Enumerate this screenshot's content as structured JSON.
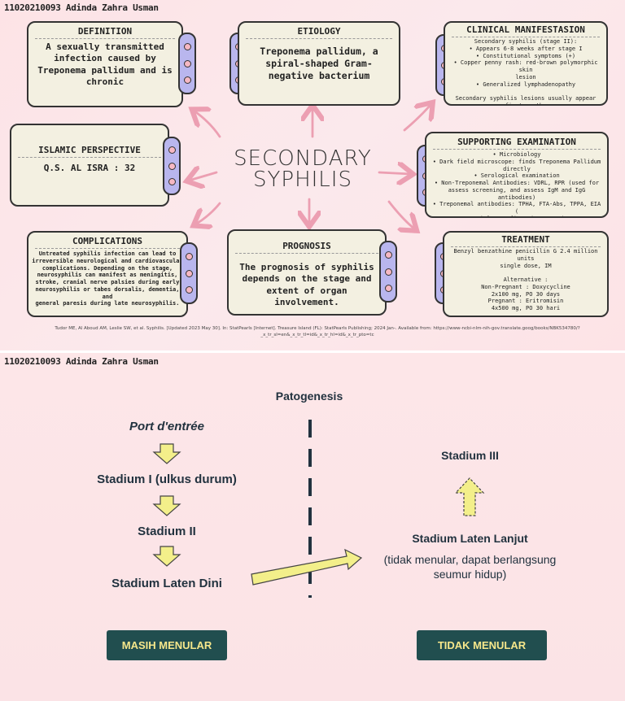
{
  "author": "11020210093 Adinda Zahra Usman",
  "mindmap": {
    "center_title_line1": "SECONDARY",
    "center_title_line2": "SYPHILIS",
    "definition": {
      "title": "DEFINITION",
      "body": "A sexually transmitted\ninfection caused by\nTreponema pallidum and is\nchronic"
    },
    "etiology": {
      "title": "ETIOLOGY",
      "body": "Treponema pallidum, a\nspiral-shaped Gram-\nnegative bacterium"
    },
    "clinical": {
      "title": "CLINICAL MANIFESTASION",
      "body": "Secondary syphilis (stage II):\n• Appears 6-8 weeks after stage I\n• Constitutional symptoms (+)\n• Copper penny rash: red-brown polymorphic skin\nlesion\n• Generalized lymphadenopathy\n\nSecondary syphilis lesions usually appear first on the\npalms of the hands/feet."
    },
    "islamic": {
      "title": "ISLAMIC PERSPECTIVE",
      "body": "Q.S. AL ISRA : 32"
    },
    "supporting": {
      "title": "SUPPORTING EXAMINATION",
      "body": "• Microbiology\n• Dark field microscope: finds Treponema Pallidum\ndirectly\n• Serological examination\n• Non-Treponemal Antibodies: VDRL, RPR (used for\nassess screening, and assess IgM and IgG antibodies)\n• Treponemal antibodies: TPHA, FTA-Abs, TPPA, EIA (\nused for confirmation tests)"
    },
    "complications": {
      "title": "COMPLICATIONS",
      "body": "Untreated syphilis infection can lead to\nirreversible neurological and cardiovascular\ncomplications. Depending on the stage,\nneurosyphilis can manifest as meningitis,\nstroke, cranial nerve palsies during early\nneurosyphilis or tabes dorsalis, dementia, and\ngeneral paresis during late neurosyphilis."
    },
    "prognosis": {
      "title": "PROGNOSIS",
      "body": "The prognosis of syphilis\ndepends on the stage and\nextent of organ involvement."
    },
    "treatment": {
      "title": "TREATMENT",
      "body": "Benzyl benzathine penicillin G 2.4 million units\nsingle dose, IM\n\nAlternative :\nNon-Pregnant : Doxycycline\n2x100 mg, PO 30 days\nPregnant : Eritromisin\n4x500 mg, PO 30 hari"
    },
    "citation": "Tudor ME, Al Aboud AM, Leslie SW, et al. Syphilis. [Updated 2023 May 30]. In: StatPearls [Internet]. Treasure Island (FL): StatPearls Publishing; 2024 Jan-. Available from: https://www-ncbi-nlm-nih-gov.translate.goog/books/NBK534780/?\n_x_tr_sl=en&_x_tr_tl=id&_x_tr_hl=id&_x_tr_pto=tc"
  },
  "patogenesis": {
    "title": "Patogenesis",
    "port": "Port d'entrée",
    "stadium1": "Stadium I (ulkus durum)",
    "stadium2": "Stadium II",
    "laten_dini": "Stadium Laten Dini",
    "stadium3": "Stadium III",
    "laten_lanjut": "Stadium Laten Lanjut",
    "laten_lanjut_note": "(tidak menular, dapat berlangsung\nseumur hidup)",
    "masih_menular": "MASIH MENULAR",
    "tidak_menular": "TIDAK MENULAR"
  },
  "colors": {
    "card_bg": "#f3f0e1",
    "tab": "#b9b6ee",
    "ring": "#f6b8c3",
    "arrow_pink": "#ec9fb2",
    "arrow_yellow": "#f3ef8a",
    "button_bg": "#214e4f",
    "button_text": "#f6e78b"
  }
}
